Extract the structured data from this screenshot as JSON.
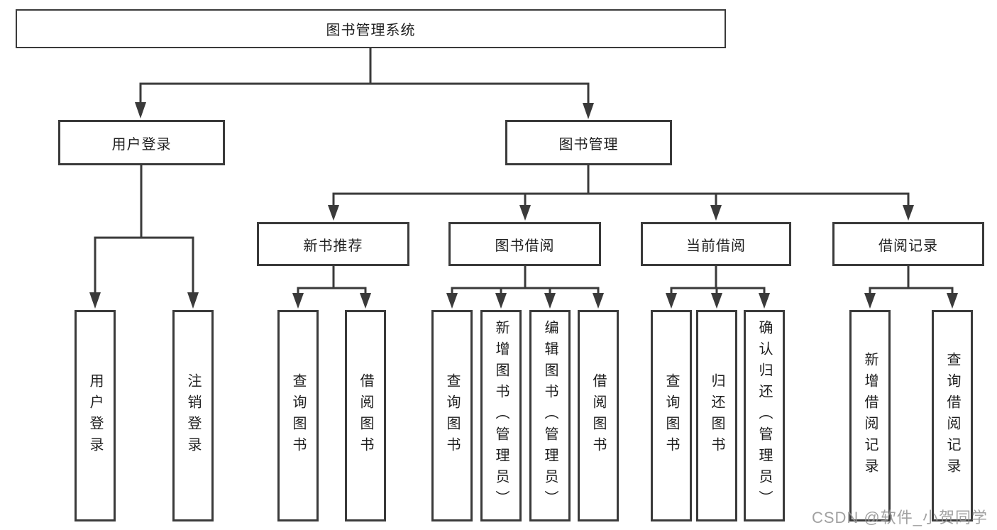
{
  "colors": {
    "line": "#3a3a3a",
    "box_border": "#3a3a3a",
    "text": "#1f1f1f",
    "background": "#ffffff",
    "watermark_text_color": "#919191"
  },
  "diagram": {
    "type": "hierarchy-tree",
    "tree": {
      "root": {
        "label": "图书管理系统",
        "children": [
          {
            "label": "用户登录",
            "leaves": [
              {
                "label": "用户登录"
              },
              {
                "label": "注销登录"
              }
            ]
          },
          {
            "label": "图书管理",
            "children": [
              {
                "label": "新书推荐",
                "leaves": [
                  {
                    "label": "查询图书"
                  },
                  {
                    "label": "借阅图书"
                  }
                ]
              },
              {
                "label": "图书借阅",
                "leaves": [
                  {
                    "label": "查询图书"
                  },
                  {
                    "label": "新增图书（管理员）"
                  },
                  {
                    "label": "编辑图书（管理员）"
                  },
                  {
                    "label": "借阅图书"
                  }
                ]
              },
              {
                "label": "当前借阅",
                "leaves": [
                  {
                    "label": "查询图书"
                  },
                  {
                    "label": "归还图书"
                  },
                  {
                    "label": "确认归还（管理员）"
                  }
                ]
              },
              {
                "label": "借阅记录",
                "leaves": [
                  {
                    "label": "新增借阅记录"
                  },
                  {
                    "label": "查询借阅记录"
                  }
                ]
              }
            ]
          }
        ]
      }
    },
    "watermark": "CSDN @软件_小贺同学"
  }
}
